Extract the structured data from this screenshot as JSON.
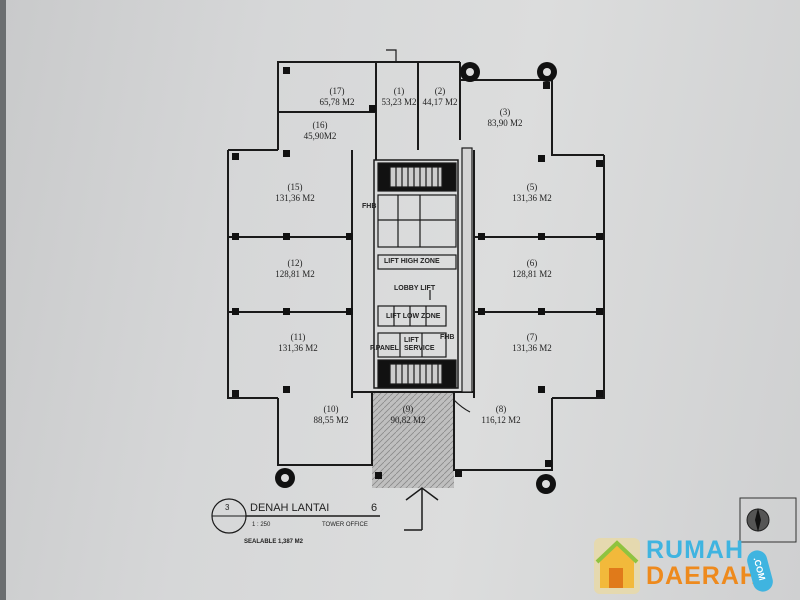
{
  "rooms": [
    {
      "id": "17",
      "number": "(17)",
      "area": "65,78 M2"
    },
    {
      "id": "1",
      "number": "(1)",
      "area": "53,23 M2"
    },
    {
      "id": "2",
      "number": "(2)",
      "area": "44,17 M2"
    },
    {
      "id": "16",
      "number": "(16)",
      "area": "45,90M2"
    },
    {
      "id": "3",
      "number": "(3)",
      "area": "83,90 M2"
    },
    {
      "id": "15",
      "number": "(15)",
      "area": "131,36 M2"
    },
    {
      "id": "5",
      "number": "(5)",
      "area": "131,36 M2"
    },
    {
      "id": "12",
      "number": "(12)",
      "area": "128,81 M2"
    },
    {
      "id": "6",
      "number": "(6)",
      "area": "128,81 M2"
    },
    {
      "id": "11",
      "number": "(11)",
      "area": "131,36 M2"
    },
    {
      "id": "7",
      "number": "(7)",
      "area": "131,36 M2"
    },
    {
      "id": "10",
      "number": "(10)",
      "area": "88,55 M2"
    },
    {
      "id": "9",
      "number": "(9)",
      "area": "90,82 M2"
    },
    {
      "id": "8",
      "number": "(8)",
      "area": "116,12 M2"
    }
  ],
  "core_labels": {
    "lift_high_zone": "LIFT HIGH ZONE",
    "lobby_lift": "LOBBY LIFT",
    "lift_low_zone": "LIFT LOW ZONE",
    "p_panel": "P.PANEL",
    "lift_service": "LIFT SERVICE",
    "fhb_left": "FHB",
    "fhb_right": "FHB"
  },
  "title_block": {
    "number": "3",
    "title": "DENAH LANTAI",
    "floor": "6",
    "scale": "1 : 250",
    "building": "TOWER OFFICE",
    "sealable": "SEALABLE 1,387 M2"
  },
  "watermark": {
    "line1": "RUMAH",
    "line2": "DAERAH",
    "suffix": ".COM",
    "color_top": "#3fb4e0",
    "color_bottom": "#ee8a1d"
  }
}
